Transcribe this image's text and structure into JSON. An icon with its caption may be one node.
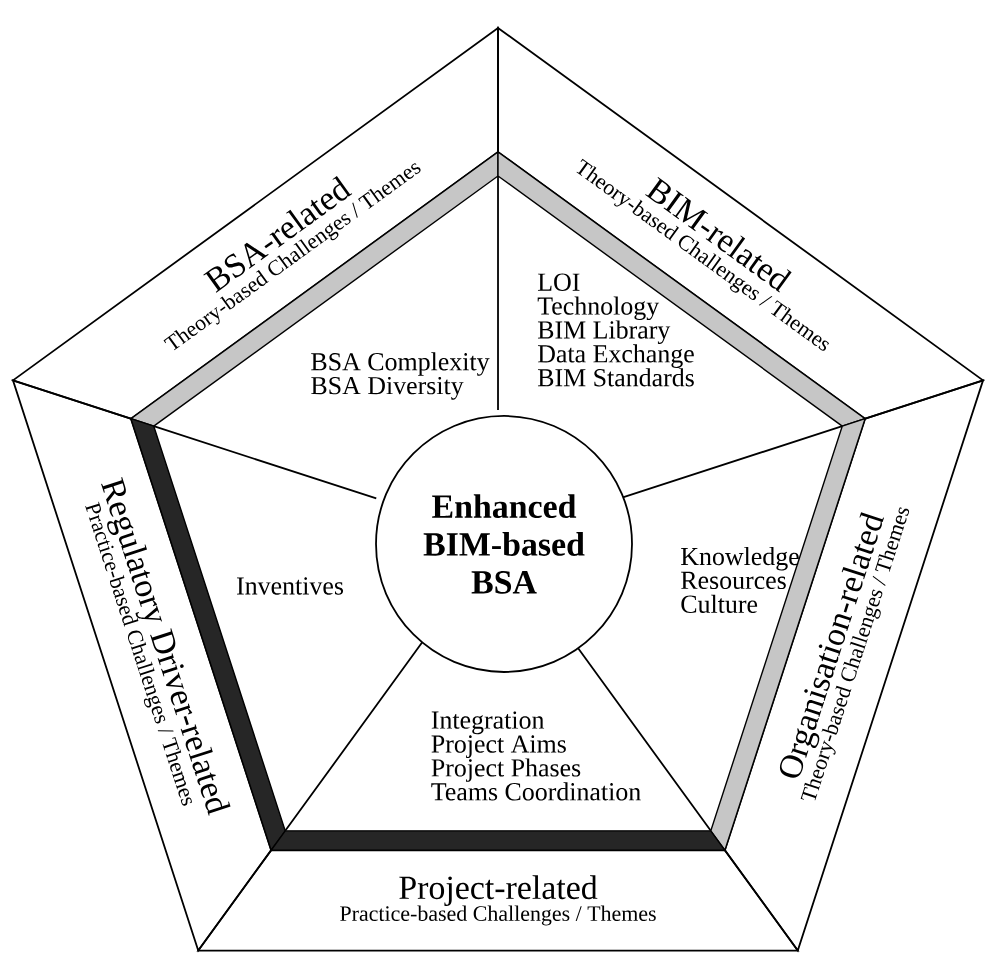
{
  "diagram": {
    "nodes": [
      {
        "text": [
          "BSA-related",
          "Theory-based Challenges / Themes"
        ]
      },
      {
        "text": [
          "BIM-related",
          "Theory-based Challenges / Themes"
        ]
      },
      {
        "text": [
          "Regulatory Driver-related",
          "Practice-based Challenges / Themes"
        ]
      },
      {
        "text": [
          "Organisation-related",
          "Theory-based Challenges / Themes"
        ]
      },
      {
        "text": [
          "Project-related",
          "Practice-based Challenges / Themes"
        ]
      },
      {
        "text": [
          "BSA Complexity",
          "BSA Diversity"
        ]
      },
      {
        "text": [
          "LOI",
          "Technology",
          "BIM Library",
          "Data Exchange",
          "BIM Standards"
        ]
      },
      {
        "text": [
          "Inventives"
        ]
      },
      {
        "text": [
          "Knowledge",
          "Resources",
          "Culture"
        ]
      },
      {
        "text": [
          "Integration",
          "Project Aims",
          "Project Phases",
          "Teams Coordination"
        ]
      },
      {
        "text": [
          "Enhanced BIM-based BSA"
        ]
      }
    ]
  }
}
